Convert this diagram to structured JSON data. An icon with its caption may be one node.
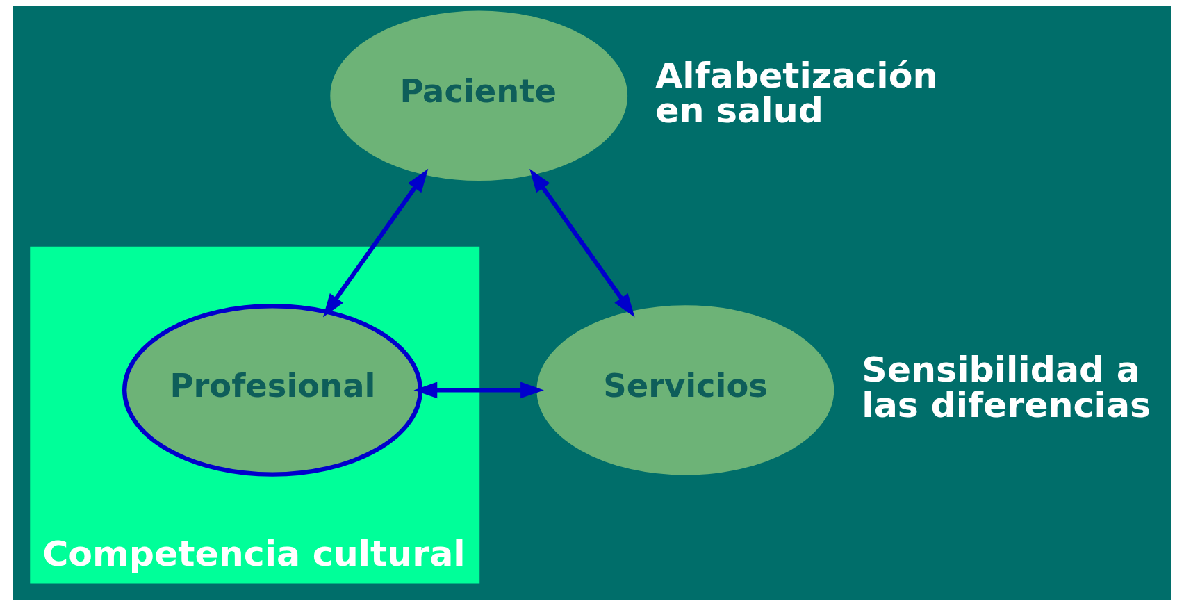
{
  "diagram": {
    "nodes": [
      {
        "text": [
          "Paciente"
        ],
        "beside": [
          "Alfabetización en salud"
        ]
      },
      {
        "text": [
          "Competencia cultural"
        ]
      },
      {
        "text": [
          "Profesional"
        ],
        "in": 1
      },
      {
        "text": [
          "Servicios"
        ],
        "beside": [
          "Sensibilidad a las diferencias"
        ]
      }
    ],
    "edges": [
      {
        "from": 0,
        "to": 2,
        "arrow": "both"
      },
      {
        "from": 0,
        "to": 3,
        "arrow": "both"
      },
      {
        "from": 2,
        "to": 3,
        "arrow": "both"
      }
    ]
  }
}
